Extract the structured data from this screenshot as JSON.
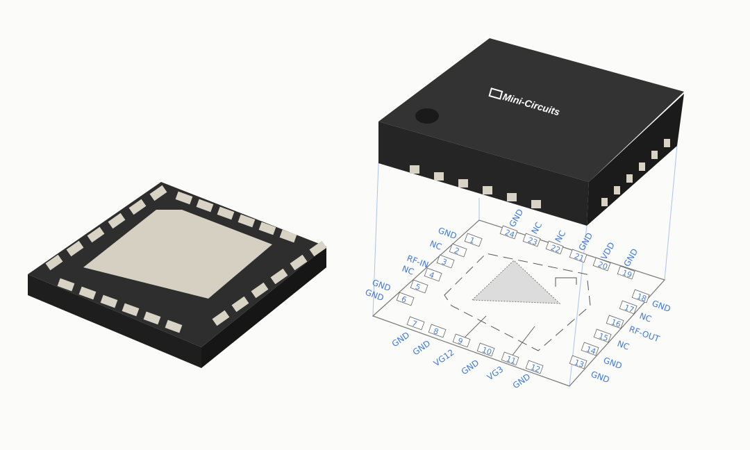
{
  "brand": "Mini-Circuits",
  "colors": {
    "body": "#2b2b2b",
    "pad": "#d9d3c6",
    "label": "#3d78e8",
    "guide": "#9bb7f0",
    "outline": "#555555"
  },
  "pins": [
    {
      "n": "1",
      "label": "GND"
    },
    {
      "n": "2",
      "label": "NC"
    },
    {
      "n": "3",
      "label": "RF-IN"
    },
    {
      "n": "4",
      "label": "NC"
    },
    {
      "n": "5",
      "label": "GND"
    },
    {
      "n": "6",
      "label": "GND"
    },
    {
      "n": "7",
      "label": "GND"
    },
    {
      "n": "8",
      "label": "GND"
    },
    {
      "n": "9",
      "label": "VG12"
    },
    {
      "n": "10",
      "label": "GND"
    },
    {
      "n": "11",
      "label": "VG3"
    },
    {
      "n": "12",
      "label": "GND"
    },
    {
      "n": "13",
      "label": "GND"
    },
    {
      "n": "14",
      "label": "GND"
    },
    {
      "n": "15",
      "label": "NC"
    },
    {
      "n": "16",
      "label": "RF-OUT"
    },
    {
      "n": "17",
      "label": "NC"
    },
    {
      "n": "18",
      "label": "GND"
    },
    {
      "n": "19",
      "label": "GND"
    },
    {
      "n": "20",
      "label": "VDD"
    },
    {
      "n": "21",
      "label": "GND"
    },
    {
      "n": "22",
      "label": "NC"
    },
    {
      "n": "23",
      "label": "NC"
    },
    {
      "n": "24",
      "label": "GND"
    }
  ]
}
